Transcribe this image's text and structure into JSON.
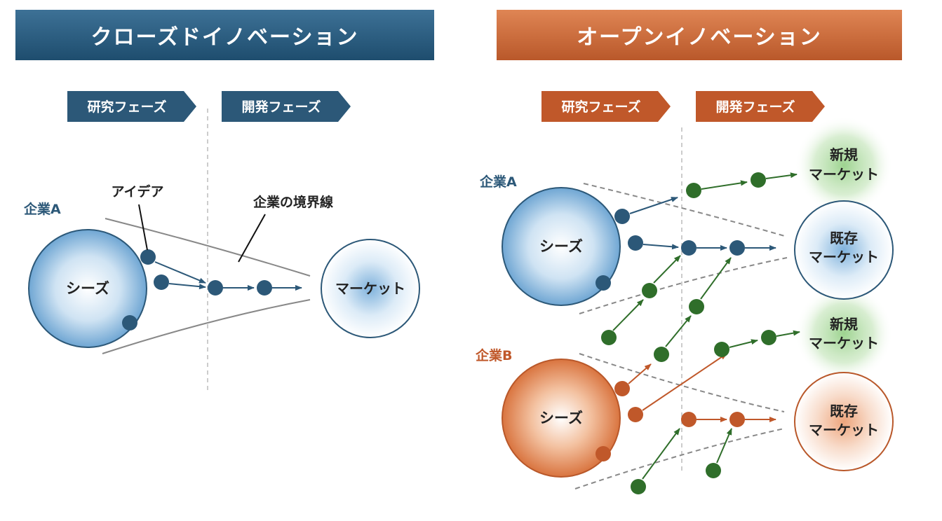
{
  "closed": {
    "title": "クローズドイノベーション",
    "phase_research": "研究フェーズ",
    "phase_development": "開発フェーズ",
    "company_label": "企業A",
    "seeds_label": "シーズ",
    "idea_label": "アイデア",
    "boundary_label": "企業の境界線",
    "market_label": "マーケット"
  },
  "open": {
    "title": "オープンイノベーション",
    "phase_research": "研究フェーズ",
    "phase_development": "開発フェーズ",
    "company_a_label": "企業A",
    "company_b_label": "企業B",
    "seeds_label": "シーズ",
    "new_market_line1": "新規",
    "market_line2": "マーケット",
    "existing_market_line1": "既存"
  },
  "colors": {
    "blue_dark": "#1e4d6e",
    "blue_phase": "#2c5878",
    "orange_dark": "#b9582a",
    "orange_phase": "#c0582a",
    "green": "#2f6e2a"
  }
}
